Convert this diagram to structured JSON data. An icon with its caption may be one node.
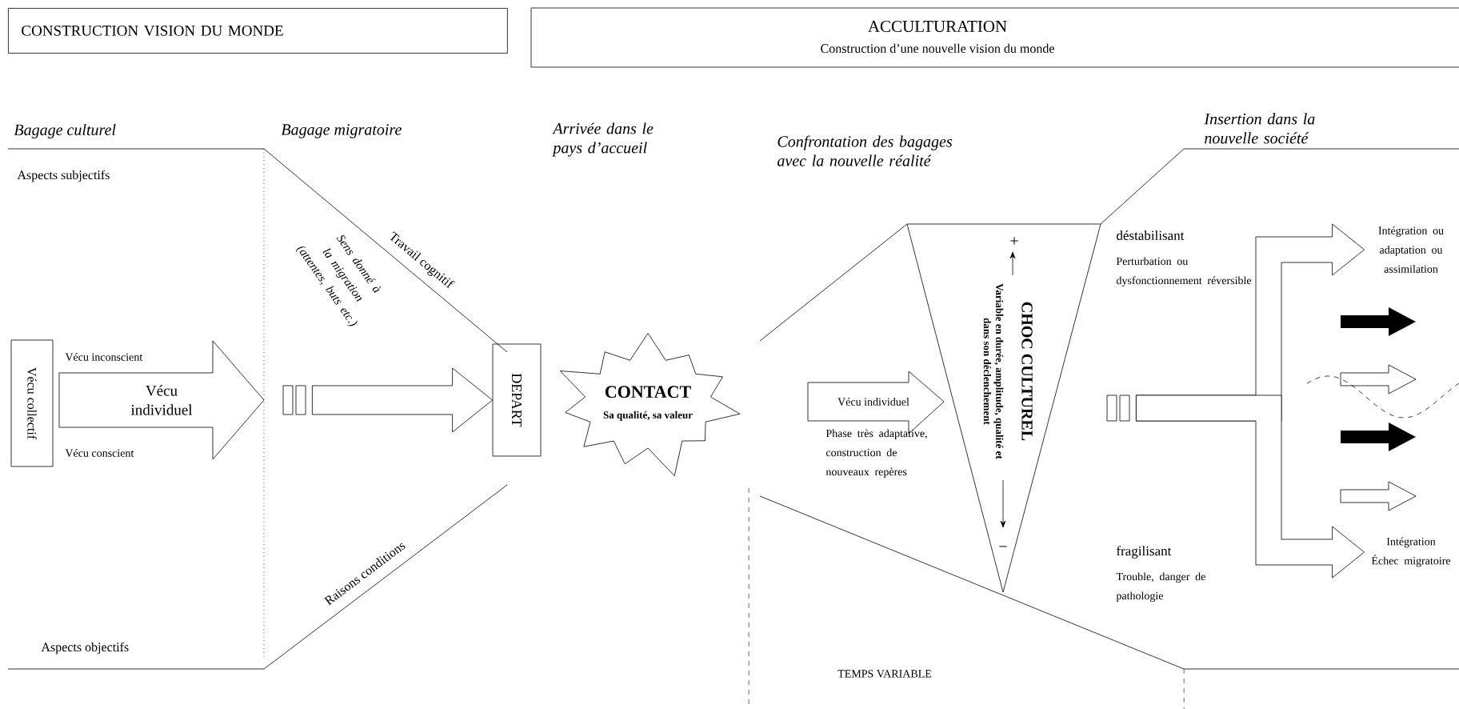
{
  "diagram": {
    "nodes": [
      {
        "text": [
          "CONSTRUCTION VISION DU MONDE"
        ]
      },
      {
        "text": [
          "ACCULTURATION",
          "Construction d’une nouvelle vision du monde"
        ]
      },
      {
        "text": [
          "Vécu collectif"
        ]
      },
      {
        "text": [
          "Vécu individuel"
        ]
      },
      {
        "text": [
          "DEPART"
        ]
      },
      {
        "text": [
          "CONTACT",
          "Sa qualité, sa valeur"
        ]
      },
      {
        "text": [
          "Vécu individuel"
        ],
        "beside": [
          "Phase très adaptative, construction de nouveaux repères"
        ]
      },
      {
        "text": [
          "CHOC CULTUREL",
          "Variable en durée, amplitude, qualité et dans son déclenchement"
        ]
      },
      {
        "text": [
          "Intégration ou adaptation ou assimilation"
        ]
      },
      {
        "text": [
          "Intégration Échec migratoire"
        ]
      }
    ],
    "edges": [
      {
        "from": 3,
        "to": 4,
        "arrow": "to"
      },
      {
        "from": 7,
        "to": 8,
        "arrow": "to"
      },
      {
        "from": 7,
        "to": 9,
        "arrow": "to"
      }
    ],
    "labels": [
      "Bagage culturel",
      "Bagage migratoire",
      "Arrivée dans le pays d’accueil",
      "Confrontation des bagages avec la nouvelle réalité",
      "Insertion dans la nouvelle société",
      "Aspects subjectifs",
      "Vécu inconscient",
      "Vécu conscient",
      "Aspects objectifs",
      "Travail cognitif",
      "Sens donné à la migration (attentes, buts etc.)",
      "Raisons conditions",
      "+",
      "−",
      "déstabilisant",
      "Perturbation ou dysfonctionnement réversible",
      "fragilisant",
      "Trouble, danger de pathologie",
      "TEMPS VARIABLE"
    ]
  }
}
